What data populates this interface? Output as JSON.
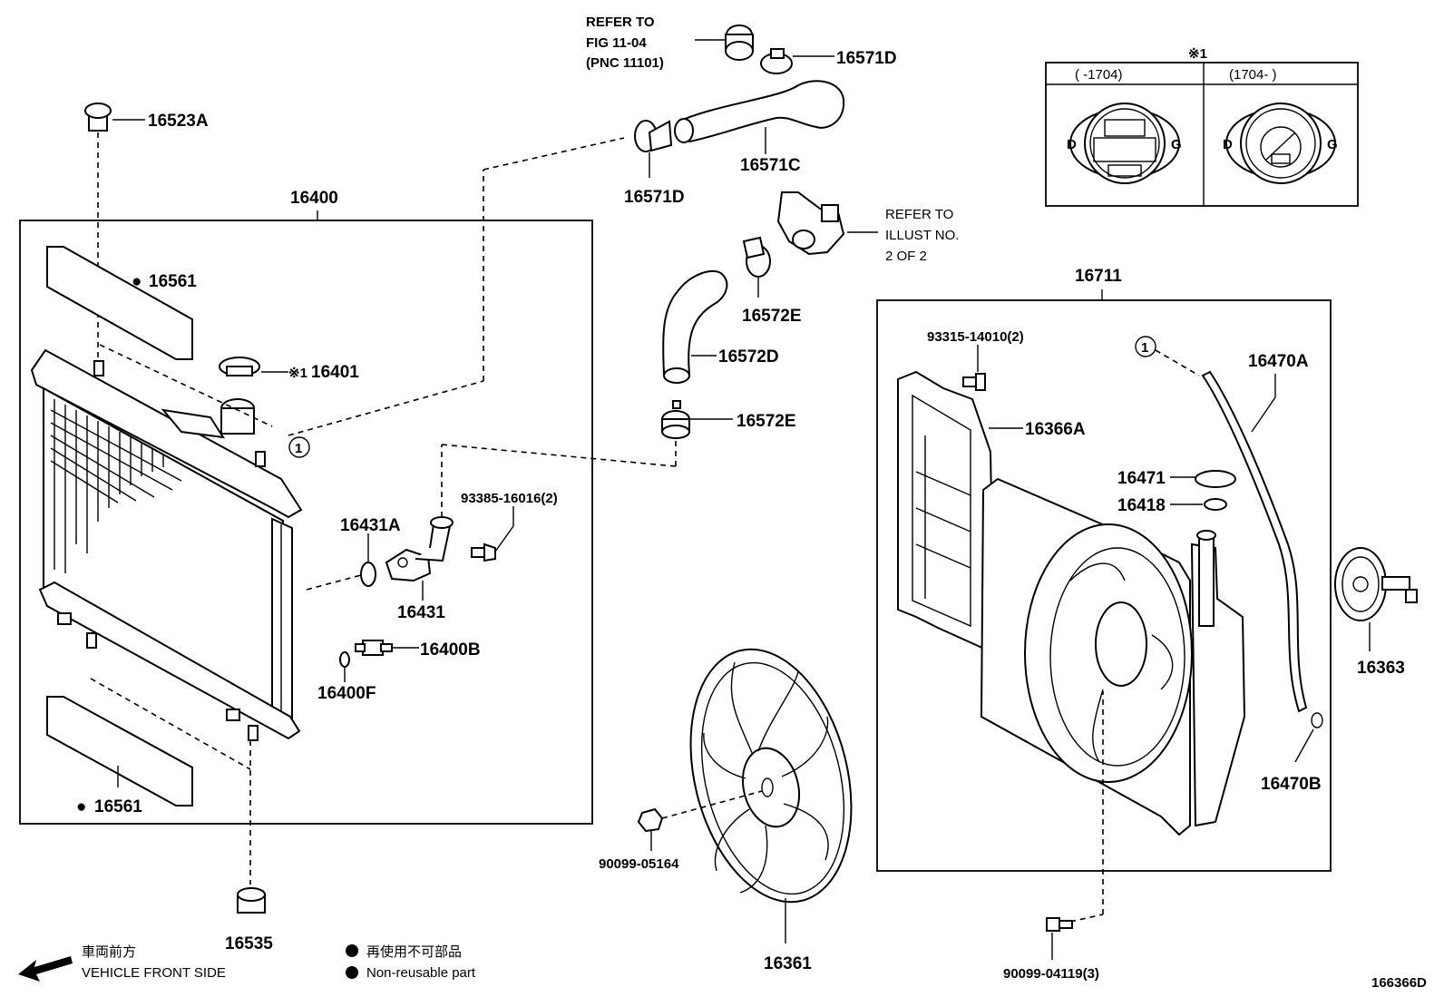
{
  "diagram_code": "166366D",
  "groups": {
    "radiator_assy": "16400",
    "fan_shroud_assy": "16711"
  },
  "callouts": [
    {
      "id": "p16523A",
      "text": "16523A"
    },
    {
      "id": "p16561_top",
      "text": "16561"
    },
    {
      "id": "p16401",
      "text": "16401"
    },
    {
      "id": "p16431A",
      "text": "16431A"
    },
    {
      "id": "p16431",
      "text": "16431"
    },
    {
      "id": "p93385",
      "text": "93385-16016(2)"
    },
    {
      "id": "p16400B",
      "text": "16400B"
    },
    {
      "id": "p16400F",
      "text": "16400F"
    },
    {
      "id": "p16561_bot",
      "text": "16561"
    },
    {
      "id": "p16535",
      "text": "16535"
    },
    {
      "id": "p16571D_top",
      "text": "16571D"
    },
    {
      "id": "p16571C",
      "text": "16571C"
    },
    {
      "id": "p16571D_mid",
      "text": "16571D"
    },
    {
      "id": "p16572E_top",
      "text": "16572E"
    },
    {
      "id": "p16572D",
      "text": "16572D"
    },
    {
      "id": "p16572E_bot",
      "text": "16572E"
    },
    {
      "id": "p90099_05164",
      "text": "90099-05164"
    },
    {
      "id": "p16361",
      "text": "16361"
    },
    {
      "id": "p93315",
      "text": "93315-14010(2)"
    },
    {
      "id": "p16366A",
      "text": "16366A"
    },
    {
      "id": "p16470A",
      "text": "16470A"
    },
    {
      "id": "p16471",
      "text": "16471"
    },
    {
      "id": "p16418",
      "text": "16418"
    },
    {
      "id": "p16470B",
      "text": "16470B"
    },
    {
      "id": "p16363",
      "text": "16363"
    },
    {
      "id": "p90099_04119",
      "text": "90099-04119(3)"
    }
  ],
  "refer_fig": [
    "REFER TO",
    "FIG 11-04",
    "(PNC 11101)"
  ],
  "refer_illust": [
    "REFER TO",
    "ILLUST NO.",
    "2 OF 2"
  ],
  "note_mark": "※1",
  "circle_ref": "1",
  "cap_table": {
    "header_mark": "※1",
    "col1": "(      -1704)",
    "col2": "(1704-      )"
  },
  "cap_letters": [
    "D",
    "G",
    "D",
    "G"
  ],
  "legend": {
    "front_jp": "車両前方",
    "front_en": "VEHICLE FRONT SIDE",
    "nonreuse_jp": "再使用不可部品",
    "nonreuse_en": "Non-reusable part"
  },
  "non_reusable_marker": "●"
}
